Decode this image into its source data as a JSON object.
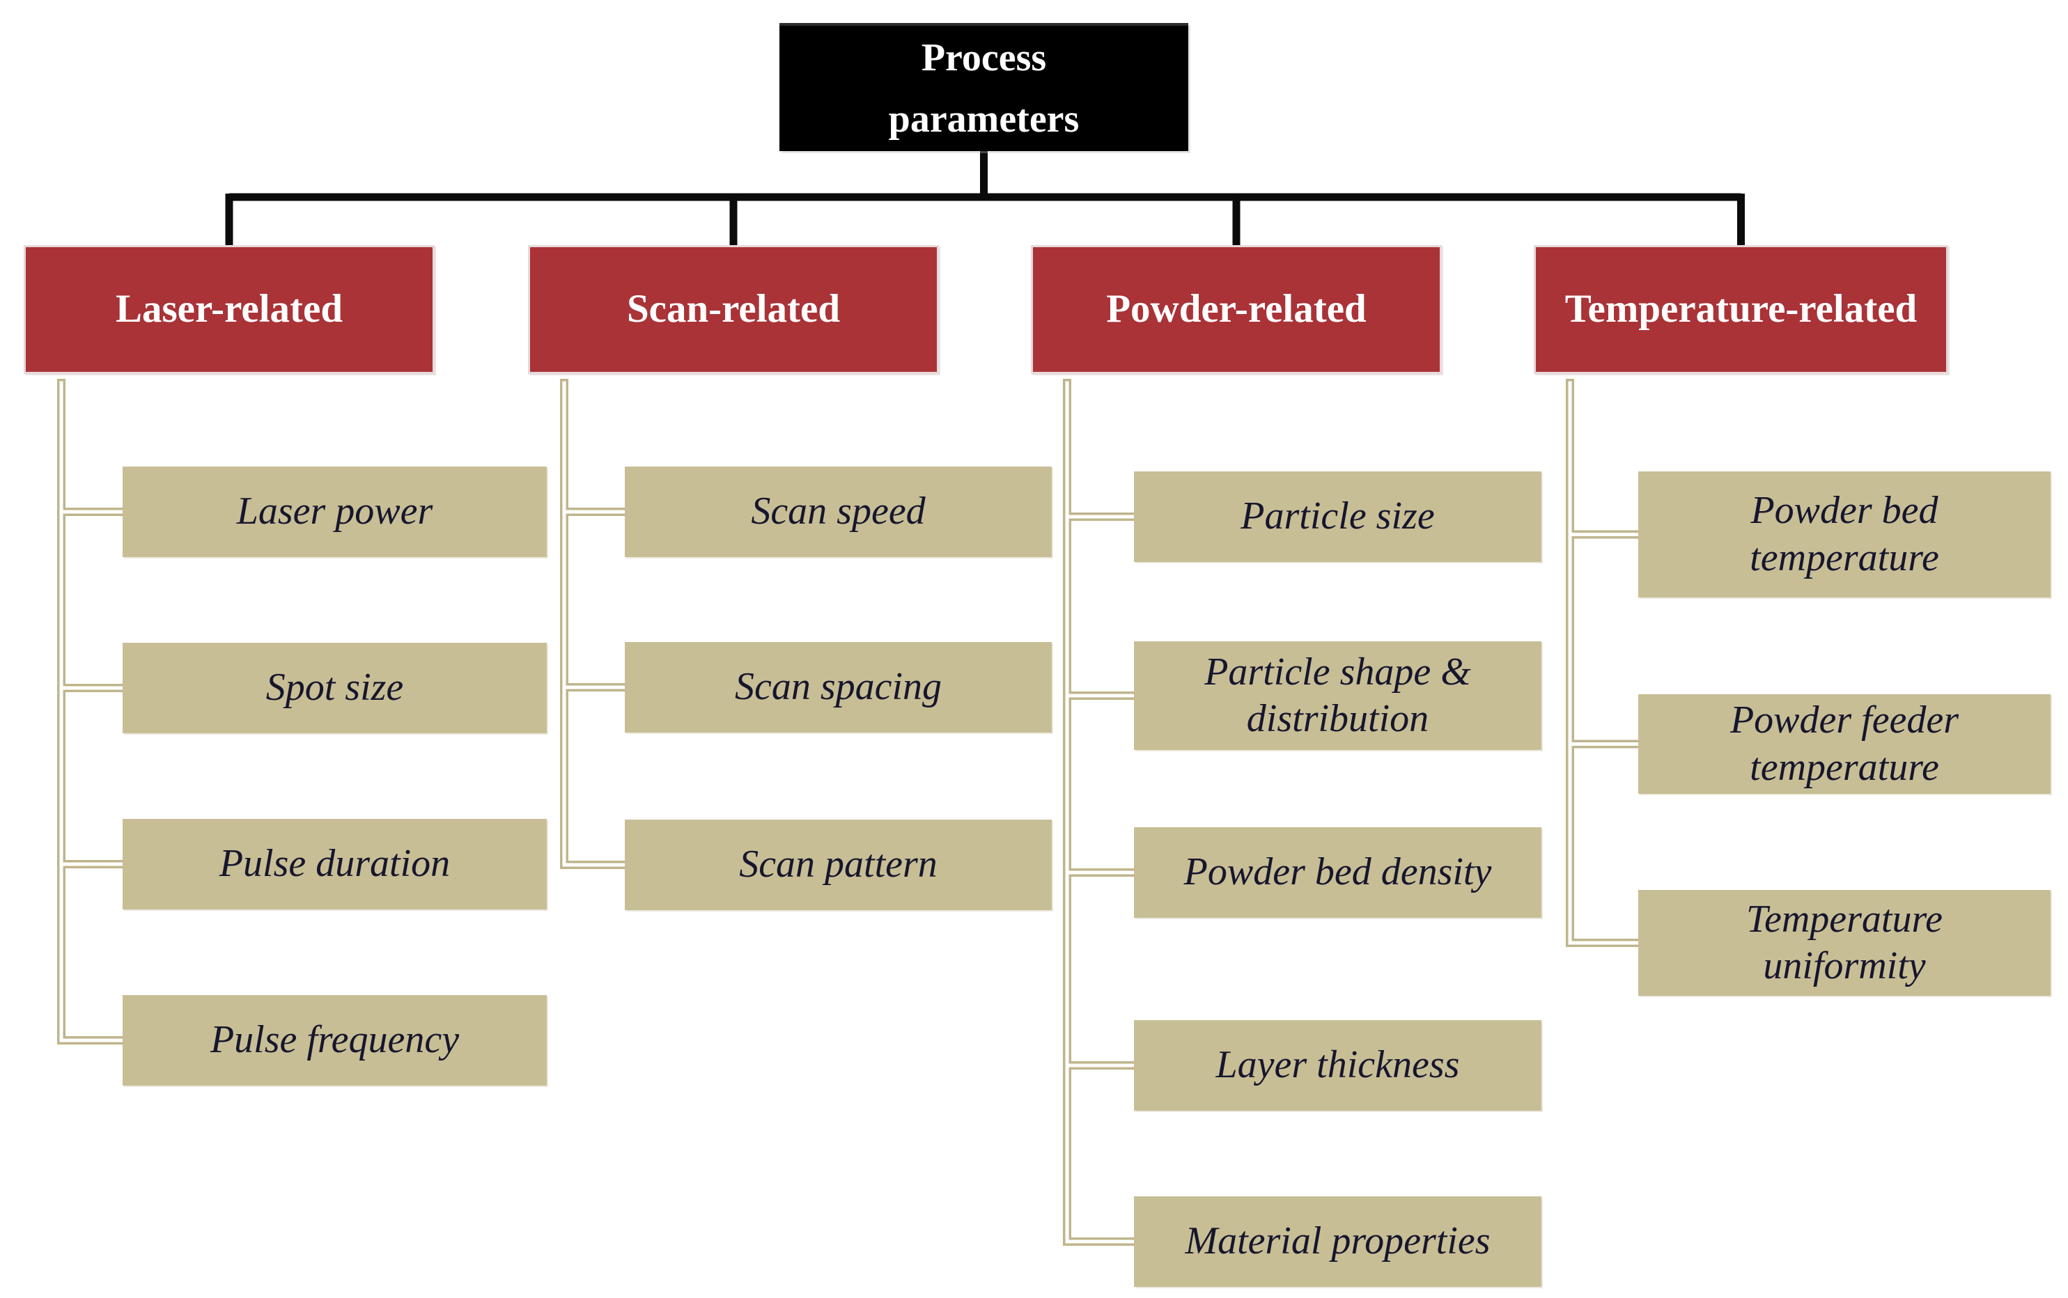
{
  "diagram": {
    "root": {
      "label": "Process\nparameters"
    },
    "categories": [
      {
        "label": "Laser-related",
        "children": [
          {
            "label": "Laser power"
          },
          {
            "label": "Spot size"
          },
          {
            "label": "Pulse duration"
          },
          {
            "label": "Pulse frequency"
          }
        ]
      },
      {
        "label": "Scan-related",
        "children": [
          {
            "label": "Scan speed"
          },
          {
            "label": "Scan spacing"
          },
          {
            "label": "Scan pattern"
          }
        ]
      },
      {
        "label": "Powder-related",
        "children": [
          {
            "label": "Particle size"
          },
          {
            "label": "Particle shape &\ndistribution"
          },
          {
            "label": "Powder bed density"
          },
          {
            "label": "Layer thickness"
          },
          {
            "label": "Material properties"
          }
        ]
      },
      {
        "label": "Temperature-related",
        "children": [
          {
            "label": "Powder bed\ntemperature"
          },
          {
            "label": "Powder feeder\ntemperature"
          },
          {
            "label": "Temperature\nuniformity"
          }
        ]
      }
    ],
    "colors": {
      "root_bg": "#000000",
      "root_text": "#FFFFFF",
      "category_bg": "#A93337",
      "category_text": "#FFFFFF",
      "child_bg": "#C8BE95",
      "child_text": "#16162E",
      "trunk_connector": "#0B0B0B",
      "branch_connector": "#BFB58C",
      "branch_connector_core": "#FFFFFF"
    }
  }
}
